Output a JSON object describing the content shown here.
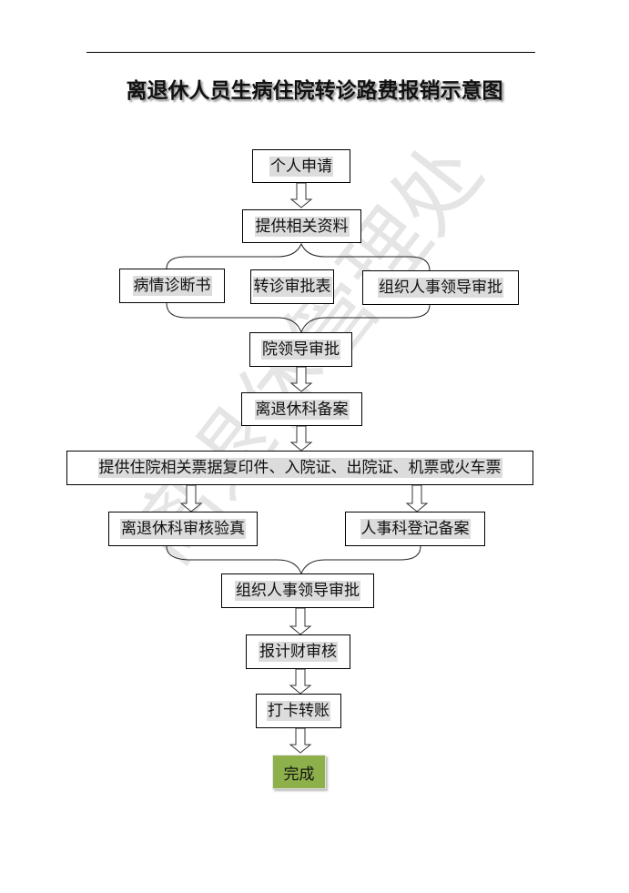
{
  "title": "离退休人员生病住院转诊路费报销示意图",
  "watermark": "离退休管理处",
  "steps": {
    "apply": "个人申请",
    "provide_docs": "提供相关资料",
    "doc_diagnosis": "病情诊断书",
    "doc_transfer_form": "转诊审批表",
    "doc_org_hr_approval": "组织人事领导审批",
    "hospital_leader_approval": "院领导审批",
    "retirement_office_record": "离退休科备案",
    "provide_receipts": "提供住院相关票据复印件、入院证、出院证、机票或火车票",
    "retirement_office_verify": "离退休科审核验真",
    "hr_office_register": "人事科登记备案",
    "org_hr_leader_approval": "组织人事领导审批",
    "finance_review": "报计财审核",
    "bank_transfer": "打卡转账",
    "done": "完成"
  },
  "colors": {
    "done_fill": "#8db04a",
    "label_highlight": "#dcdcdc"
  }
}
